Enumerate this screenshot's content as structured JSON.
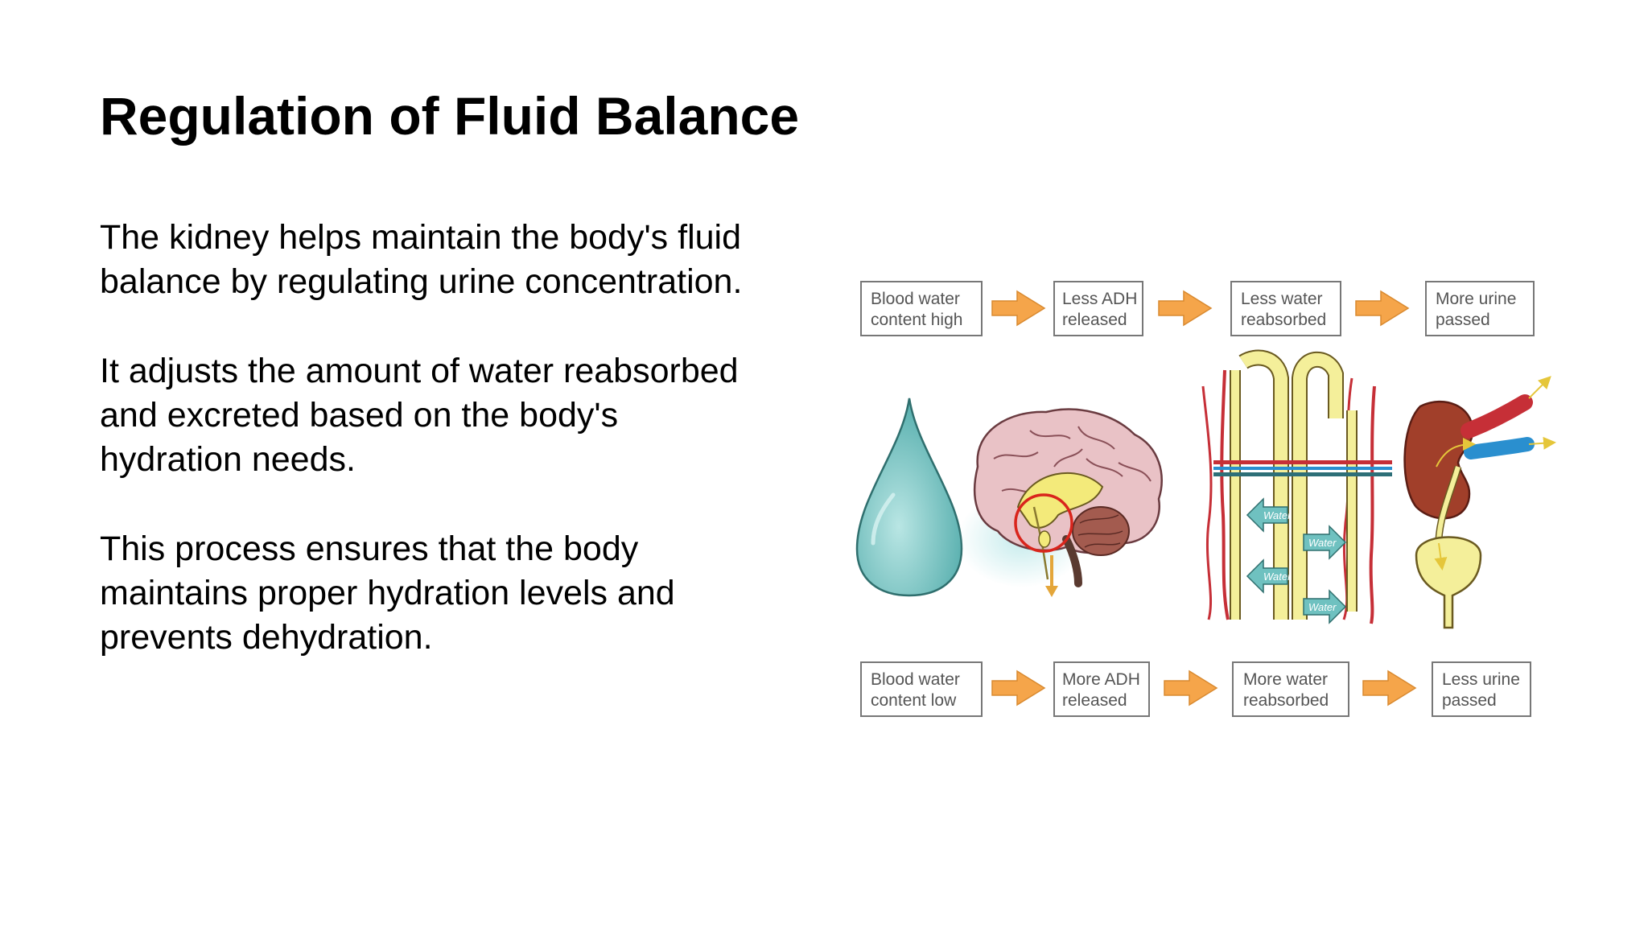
{
  "slide": {
    "title": "Regulation of Fluid Balance",
    "paragraphs": [
      {
        "lines": [
          "The kidney helps maintain the body's fluid",
          "balance by regulating urine concentration."
        ]
      },
      {
        "lines": [
          "It adjusts the amount of water reabsorbed",
          "and excreted based on the body's",
          "hydration needs."
        ]
      },
      {
        "lines": [
          "This process ensures that the body",
          "maintains proper hydration levels and",
          "prevents dehydration."
        ]
      }
    ]
  },
  "diagram": {
    "top_row": [
      {
        "line1": "Blood water",
        "line2": "content high"
      },
      {
        "line1": "Less ADH",
        "line2": "released"
      },
      {
        "line1": "Less water",
        "line2": "reabsorbed"
      },
      {
        "line1": "More urine",
        "line2": "passed"
      }
    ],
    "bottom_row": [
      {
        "line1": "Blood water",
        "line2": "content low"
      },
      {
        "line1": "More ADH",
        "line2": "released"
      },
      {
        "line1": "More water",
        "line2": "reabsorbed"
      },
      {
        "line1": "Less urine",
        "line2": "passed"
      }
    ],
    "water_labels": [
      "Water",
      "Water",
      "Water",
      "Water"
    ],
    "icons": [
      "water-drop-icon",
      "brain-icon",
      "nephron-icon",
      "kidney-bladder-icon"
    ],
    "colors": {
      "arrow": "#f5a54a",
      "drop": "#6fc1c0",
      "brain": "#e9c2c6",
      "hypothalamus_circle": "#d9251c",
      "vessel_red": "#c62f37",
      "vessel_blue": "#2a8fcf",
      "tubule": "#f4ef9a",
      "kidney": "#a13f2a"
    }
  }
}
